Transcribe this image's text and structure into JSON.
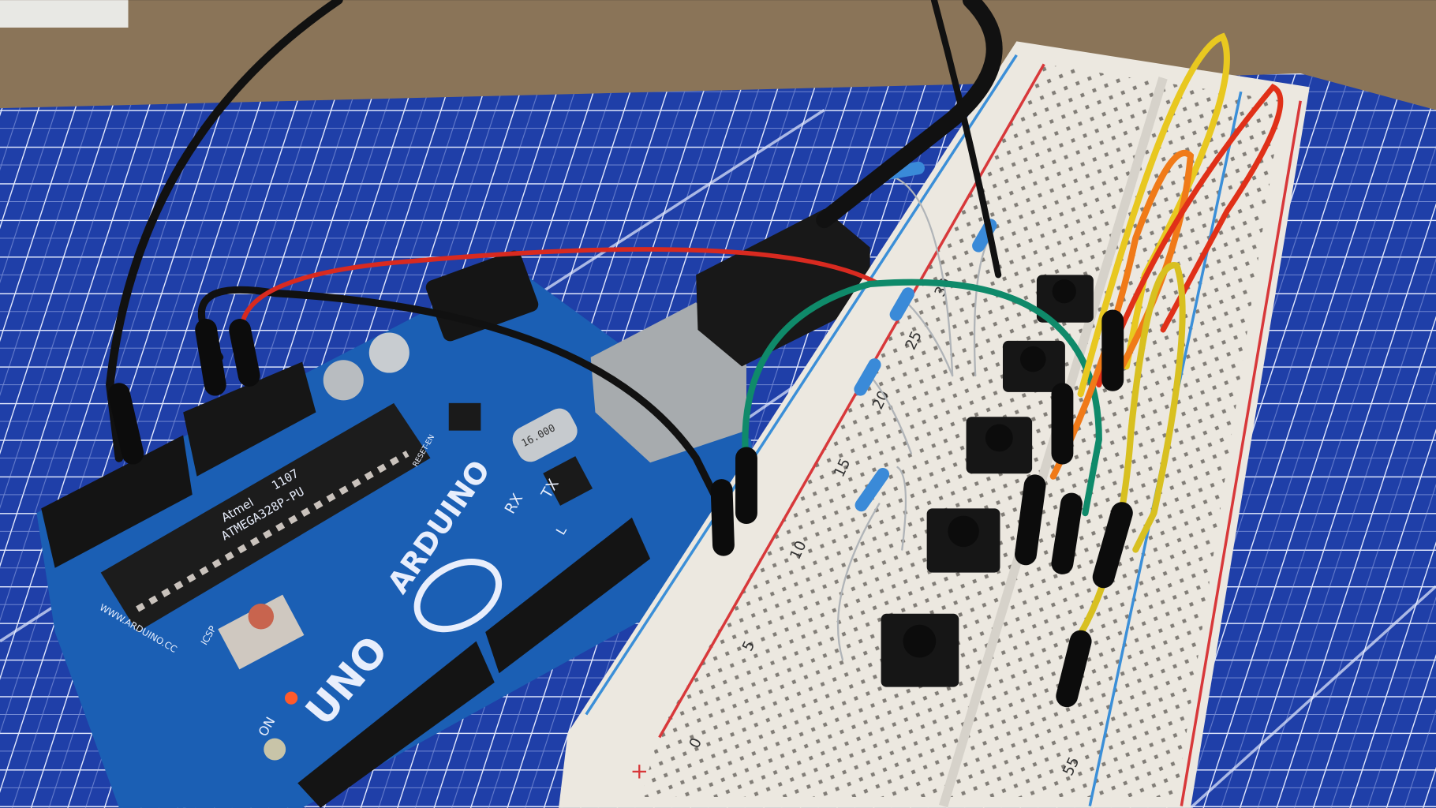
{
  "scene": {
    "colors": {
      "wood": "#8a7458",
      "mat": "#1f3fa8",
      "mat_grid": "#e6ecff",
      "board": "#1b5fb4",
      "breadboard": "#ece8e0",
      "rail_red": "#d8383a",
      "rail_blue": "#3b8fd8"
    },
    "board": {
      "brand": "ARDUINO",
      "model": "UNO",
      "chip_maker": "Atmel",
      "chip_code": "1107",
      "chip_label": "ATMEGA328P-PU",
      "crystal": "16.000",
      "tx": "TX",
      "rx": "RX",
      "led_l": "L",
      "on": "ON",
      "icsp": "ICSP",
      "reset_en": "RESET-EN",
      "website": "WWW.ARDUINO.CC"
    },
    "breadboard": {
      "row_numbers": [
        "0",
        "5",
        "10",
        "15",
        "20",
        "25",
        "30",
        "55"
      ],
      "plus": "+"
    },
    "wires": [
      {
        "color": "#111111"
      },
      {
        "color": "#d82a20"
      },
      {
        "color": "#0f8a6a"
      },
      {
        "color": "#e8c820"
      },
      {
        "color": "#f07a18"
      },
      {
        "color": "#e03018"
      },
      {
        "color": "#d8c020"
      }
    ]
  }
}
